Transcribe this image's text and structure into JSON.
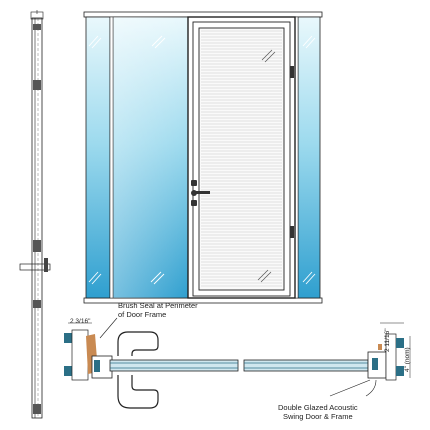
{
  "callouts": {
    "brush_seal": [
      "Brush Seal at Perimeter",
      "of Door Frame"
    ],
    "door_frame": [
      "Double Glazed Acoustic",
      "Swing Door & Frame"
    ]
  },
  "dimensions": {
    "left": "2 3/16\"",
    "right": "2 11/16\"",
    "frame_depth": "4\" (nom)"
  },
  "colors": {
    "glass_light": "#dff4fb",
    "glass_mid": "#6cc7e6",
    "glass_deep": "#2fa3d2",
    "frame": "#222222",
    "blind": "#d7d7d7",
    "seal": "#c98a52",
    "hardware": "#2b6f86"
  }
}
